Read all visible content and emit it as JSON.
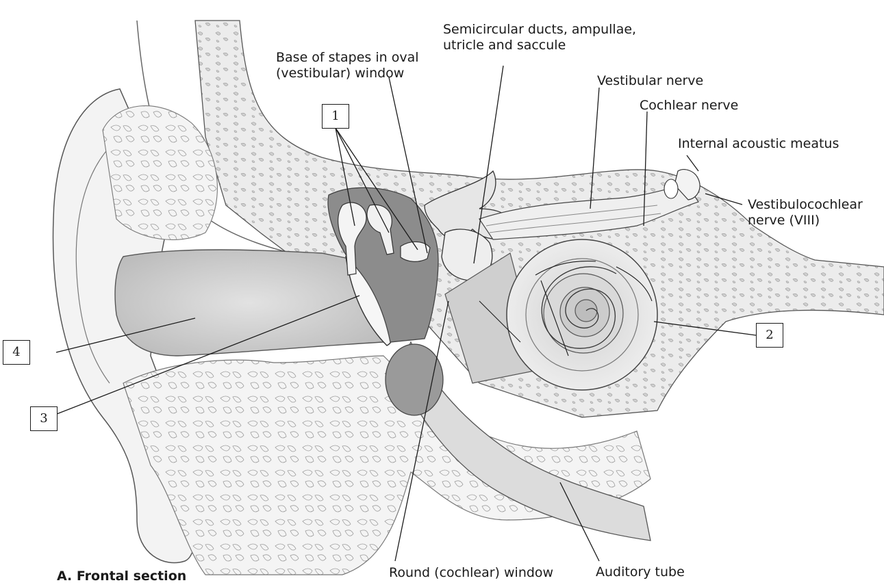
{
  "labels": {
    "stapes_line1": "Base of stapes in oval",
    "stapes_line2": "(vestibular) window",
    "semicircular_line1": "Semicircular ducts, ampullae,",
    "semicircular_line2": "utricle and saccule",
    "vestibular_nerve": "Vestibular nerve",
    "cochlear_nerve": "Cochlear nerve",
    "internal_meatus": "Internal acoustic meatus",
    "vestibulocochlear_line1": "Vestibulocochlear",
    "vestibulocochlear_line2": "nerve (VIII)",
    "round_window": "Round (cochlear) window",
    "auditory_tube": "Auditory tube"
  },
  "callouts": {
    "one": "1",
    "two": "2",
    "three": "3",
    "four": "4"
  },
  "caption": "A. Frontal section",
  "colors": {
    "bone": "#ededed",
    "tissue": "#d9d9d9",
    "canal": "#c9c9c9",
    "cavity": "#8a8a8a",
    "line": "#1a1a1a"
  }
}
